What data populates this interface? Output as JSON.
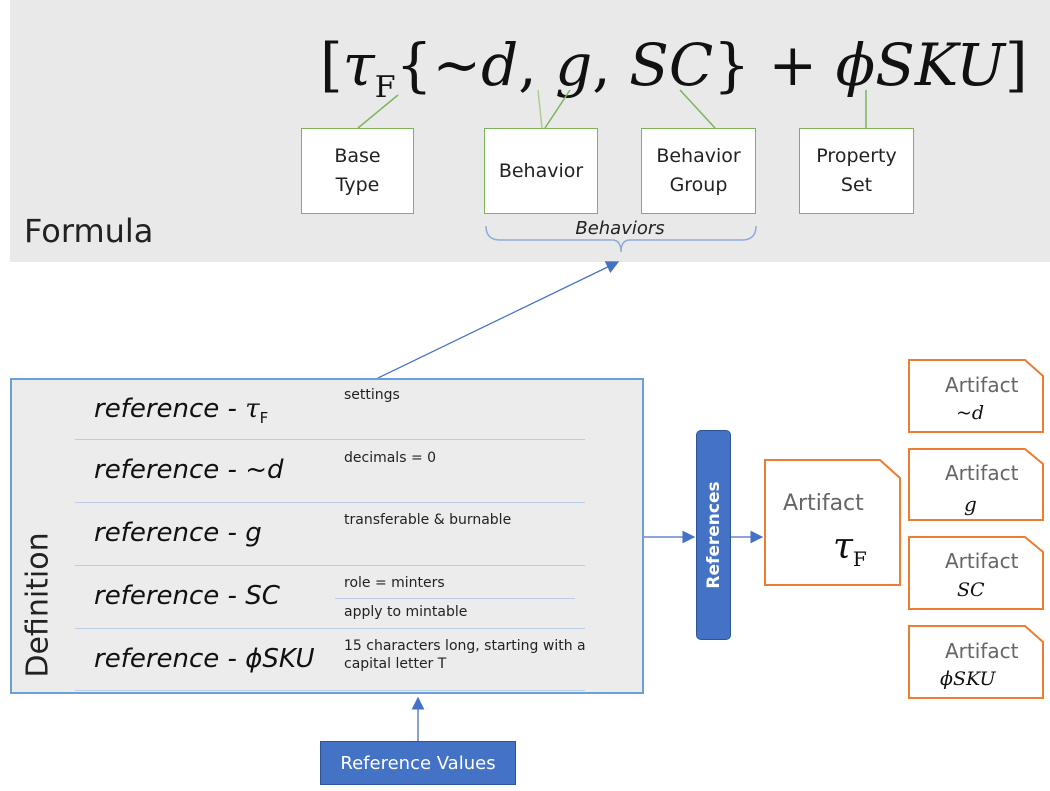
{
  "formula": {
    "label": "Formula",
    "expression": {
      "open": "[",
      "tau": "τ",
      "tau_sub": "F",
      "brace_open": "{",
      "tilde_d": "~d",
      "comma1": ", ",
      "g": "g",
      "comma2": ", ",
      "sc": "SC",
      "brace_close": "}",
      "plus": " + ",
      "phi_sku": "ϕSKU",
      "close": "]"
    },
    "boxes": {
      "base_type": "Base Type",
      "behavior": "Behavior",
      "behavior_group": "Behavior Group",
      "property_set": "Property Set"
    },
    "behaviors_label": "Behaviors"
  },
  "definition": {
    "label": "Definition",
    "rows": [
      {
        "ref": "reference - ",
        "sym": "τ",
        "sub": "F",
        "setting": "settings"
      },
      {
        "ref": "reference - ~d",
        "sym": "",
        "sub": "",
        "setting": "decimals = 0"
      },
      {
        "ref": "reference - g",
        "sym": "",
        "sub": "",
        "setting": "transferable & burnable"
      },
      {
        "ref": "reference - SC",
        "sym": "",
        "sub": "",
        "setting": "role = minters",
        "setting2": "apply to mintable"
      },
      {
        "ref": "reference - ",
        "sym": "ϕSKU",
        "sub": "",
        "setting": "15 characters long, starting with a capital letter T"
      }
    ]
  },
  "references_label": "References",
  "reference_values_label": "Reference Values",
  "artifacts": {
    "main": {
      "label": "Artifact",
      "sym": "τ",
      "sub": "F"
    },
    "side": [
      {
        "label": "Artifact",
        "sym": "~d"
      },
      {
        "label": "Artifact",
        "sym": "g"
      },
      {
        "label": "Artifact",
        "sym": "SC"
      },
      {
        "label": "Artifact",
        "sym": "ϕSKU"
      }
    ]
  },
  "colors": {
    "green": "#7ab55c",
    "blue": "#4472c4",
    "orange": "#ed7d31",
    "panel": "#e9e9e9"
  }
}
